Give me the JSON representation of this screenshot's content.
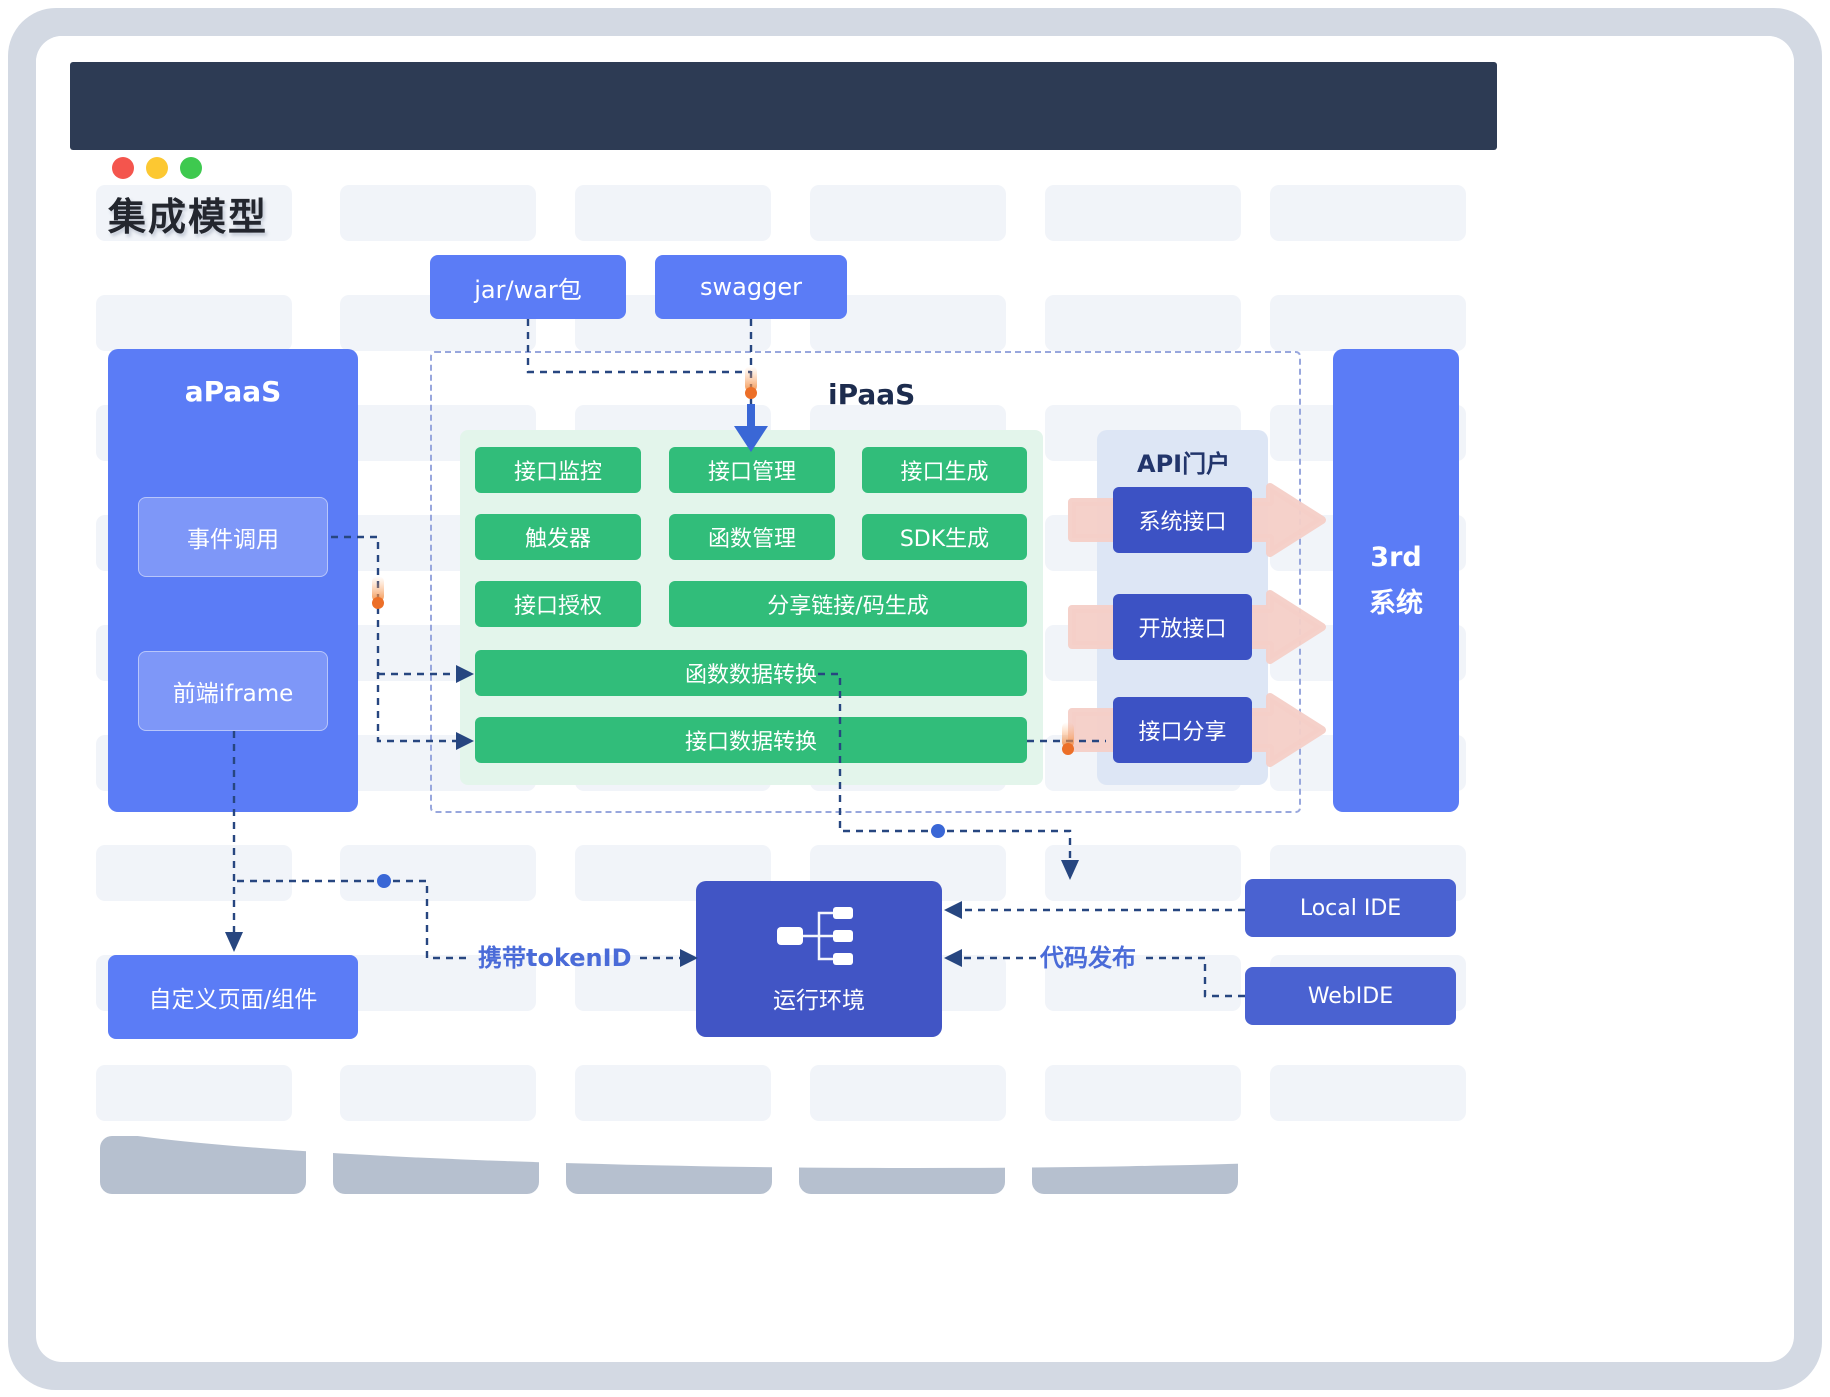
{
  "page": {
    "title": "集成模型"
  },
  "sources": {
    "jar_war": "jar/war包",
    "swagger": "swagger"
  },
  "apaas": {
    "title": "aPaaS",
    "items": [
      "事件调用",
      "前端iframe"
    ]
  },
  "ipaas": {
    "title": "iPaaS",
    "row1": [
      "接口监控",
      "接口管理",
      "接口生成"
    ],
    "row2": [
      "触发器",
      "函数管理",
      "SDK生成"
    ],
    "row3": [
      "接口授权",
      "分享链接/码生成"
    ],
    "row4": "函数数据转换",
    "row5": "接口数据转换"
  },
  "api_portal": {
    "title": "API门户",
    "items": [
      "系统接口",
      "开放接口",
      "接口分享"
    ]
  },
  "third_system": {
    "line1": "3rd",
    "line2": "系统"
  },
  "custom_component": "自定义页面/组件",
  "runtime": "运行环境",
  "ides": [
    "Local IDE",
    "WebIDE"
  ],
  "flow_labels": {
    "token": "携带tokenID",
    "publish": "代码发布"
  },
  "colors": {
    "primary_blue": "#5b7cf6",
    "sub_blue": "#7e97f8",
    "indigo_runtime": "#4155c5",
    "deep_blue_portal_item": "#3c52c4",
    "ide_blue": "#4a62d1",
    "green_button": "#31bd7a",
    "green_background": "#e3f5eb",
    "portal_background": "#dde6f5",
    "titlebar_dark": "#2d3b54",
    "dashed_line_navy": "#274680",
    "solid_arrow_blue": "#3a67d6",
    "pink_arrow": "#f4cfc7",
    "flow_label_blue": "#4a6bd8",
    "traffic_red": "#f4554d",
    "traffic_yellow": "#fcc832",
    "traffic_green": "#3ec94f",
    "frame_gray": "#d3d9e3"
  }
}
